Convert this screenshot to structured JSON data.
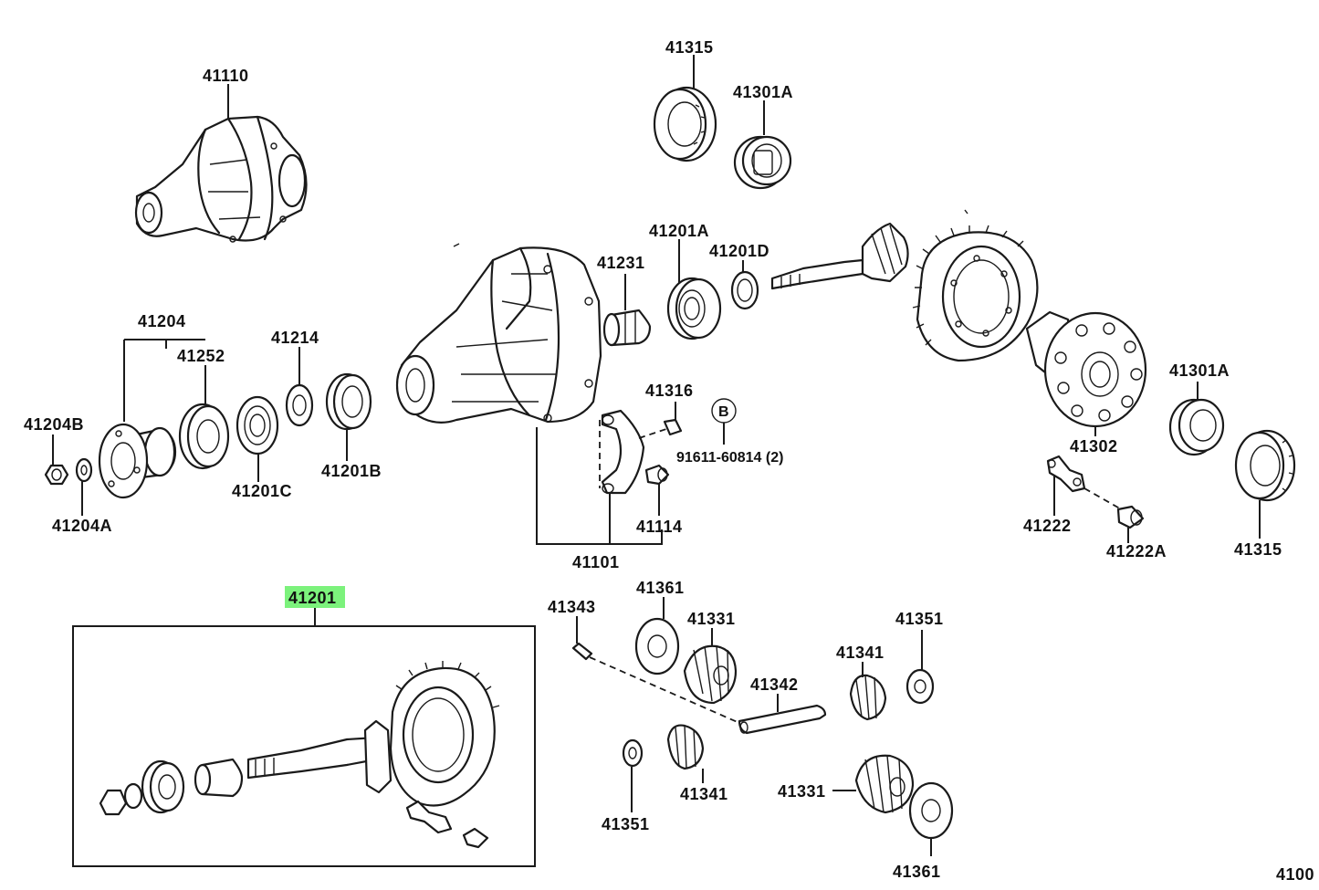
{
  "labels": {
    "p41110": "41110",
    "p41315_top": "41315",
    "p41301A_top": "41301A",
    "p41231": "41231",
    "p41201A": "41201A",
    "p41201D": "41201D",
    "p41204": "41204",
    "p41252": "41252",
    "p41214": "41214",
    "p41204B": "41204B",
    "p41201C": "41201C",
    "p41201B": "41201B",
    "p41204A": "41204A",
    "p41316": "41316",
    "ref_b": "B",
    "p91611": "91611-60814 (2)",
    "p41114": "41114",
    "p41101": "41101",
    "p41301A_right": "41301A",
    "p41302": "41302",
    "p41222": "41222",
    "p41222A": "41222A",
    "p41315_right": "41315",
    "p41201": "41201",
    "p41343": "41343",
    "p41361_top": "41361",
    "p41331_top": "41331",
    "p41351_right": "41351",
    "p41341_right": "41341",
    "p41342": "41342",
    "p41351_bottom": "41351",
    "p41341_bottom": "41341",
    "p41331_bottom": "41331",
    "p41361_bottom": "41361",
    "figure_code": "4100"
  },
  "colors": {
    "highlight": "#7cf27c",
    "line": "#1a1a1a"
  }
}
